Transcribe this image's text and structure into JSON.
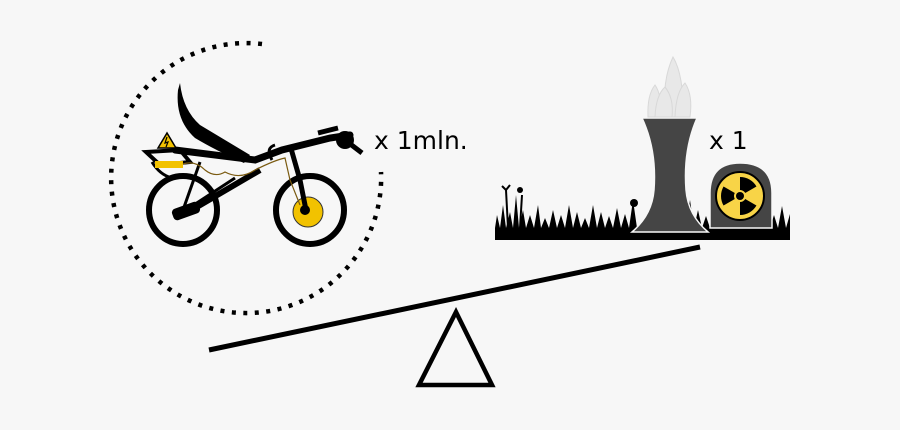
{
  "diagram": {
    "subject": "seesaw comparison: electric recumbent bikes vs nuclear power plant",
    "left_side": {
      "item": "electric recumbent bicycle",
      "multiplier_label": "x 1mln.",
      "decorations": [
        "dotted circle",
        "high-voltage warning sign",
        "yellow battery pack",
        "yellow hub motor"
      ]
    },
    "right_side": {
      "item": "nuclear power plant cooling tower",
      "multiplier_label": "x 1",
      "decorations": [
        "steam cloud",
        "grass silhouette",
        "radiation symbol"
      ]
    },
    "fulcrum": "triangle",
    "beam": "tilted line, left side lower"
  },
  "colors": {
    "background": "#f7f7f7",
    "ink": "#000000",
    "accent_yellow": "#f2c200",
    "radiation_yellow": "#f8d447",
    "tower_gray": "#454545",
    "steam": "#e6e6e6"
  }
}
